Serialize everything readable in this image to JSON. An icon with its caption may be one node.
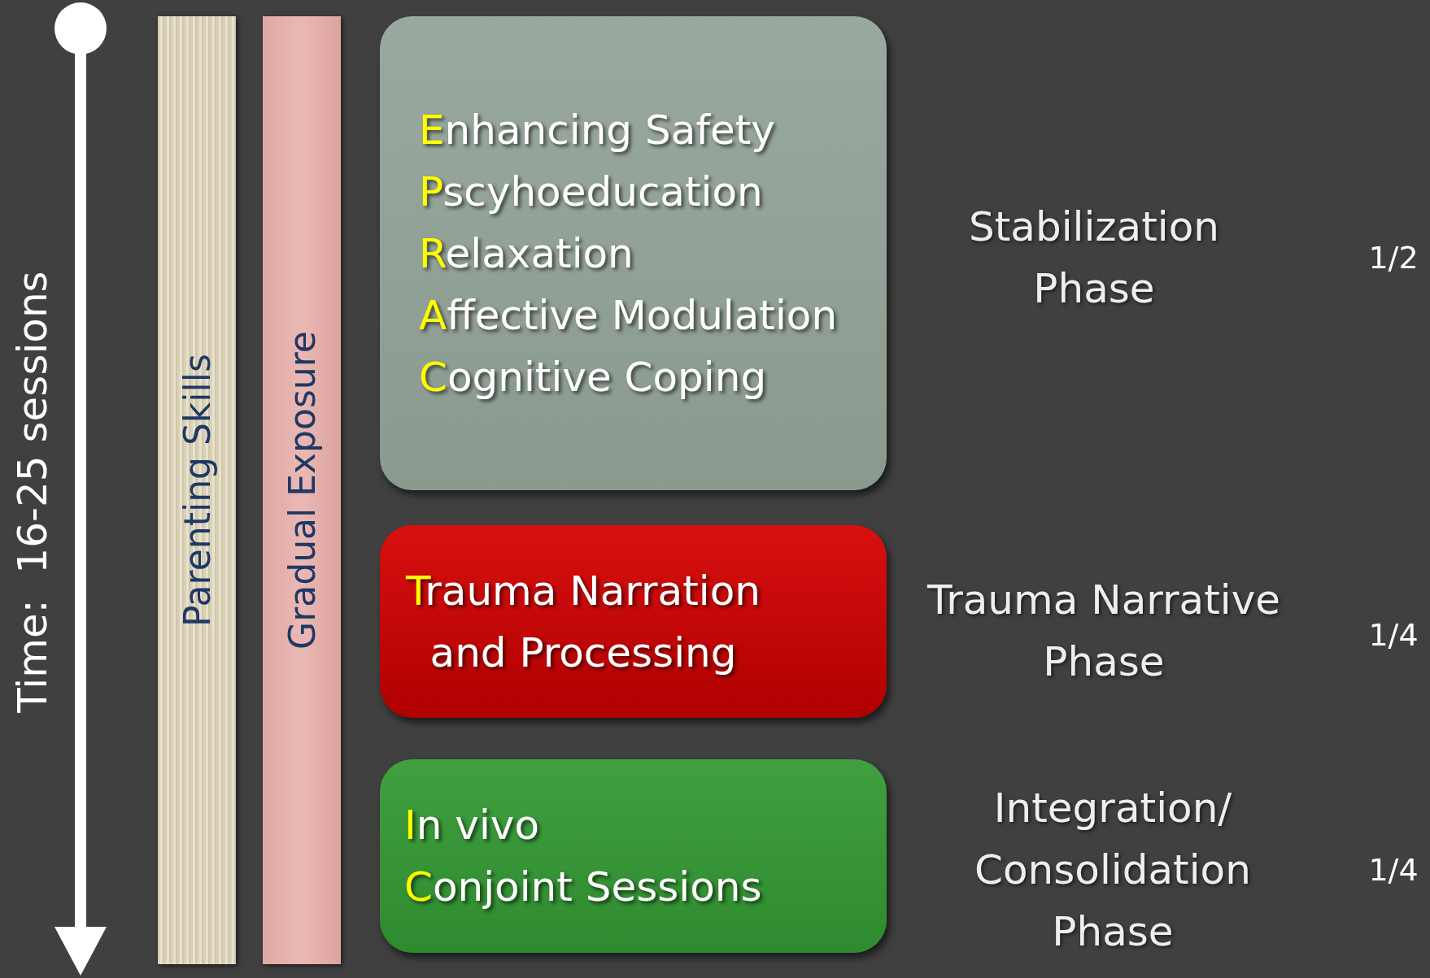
{
  "diagram": {
    "nodes": [
      {
        "text": [
          "Parenting Skills"
        ]
      },
      {
        "text": [
          "Gradual Exposure"
        ]
      },
      {
        "text": [
          "Enhancing Safety",
          "Pscyhoeducation",
          "Relaxation",
          "Affective Modulation",
          "Cognitive Coping"
        ],
        "beside": [
          "Stabilization Phase"
        ]
      },
      {
        "text": [
          "Trauma Narration and Processing"
        ],
        "beside": [
          "Trauma Narrative Phase"
        ]
      },
      {
        "text": [
          "In vivo",
          "Conjoint Sessions"
        ],
        "beside": [
          "Integration/ Consolidation Phase"
        ]
      }
    ],
    "edges": [],
    "labels": [
      "Time:  16-25 sessions",
      "1/2",
      "1/4",
      "1/4"
    ]
  }
}
